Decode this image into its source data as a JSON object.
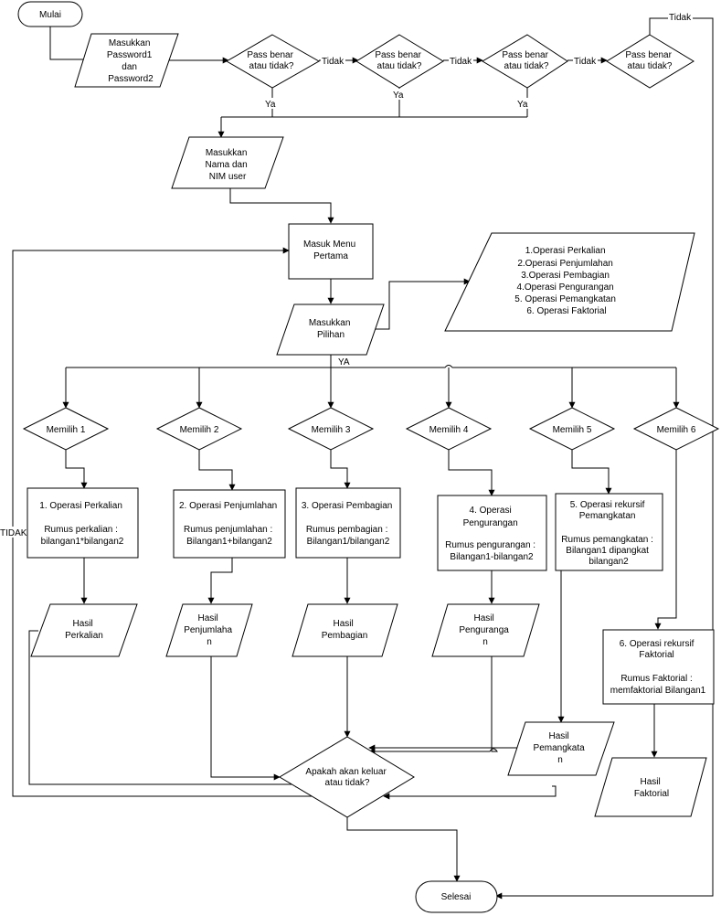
{
  "start": "Mulai",
  "end": "Selesai",
  "input_password": [
    "Masukkan",
    "Password1",
    "dan",
    "Password2"
  ],
  "check_password": [
    "Pass benar",
    "atau tidak?"
  ],
  "yes_label": "Ya",
  "no_label": "Tidak",
  "input_user": [
    "Masukkan",
    "Nama dan",
    "NIM user"
  ],
  "menu": [
    "Masuk Menu",
    "Pertama"
  ],
  "input_choice": [
    "Masukkan",
    "Pilihan"
  ],
  "menu_list": [
    "1.Operasi Perkalian",
    "2.Operasi Penjumlahan",
    "3.Operasi Pembagian",
    "4.Operasi Pengurangan",
    "5. Operasi Pemangkatan",
    "6. Operasi Faktorial"
  ],
  "ya_upper": "YA",
  "tidak_upper": "TIDAK",
  "choices": [
    "Memilih 1",
    "Memilih 2",
    "Memilih 3",
    "Memilih 4",
    "Memilih 5",
    "Memilih 6"
  ],
  "processes": [
    [
      "1. Operasi Perkalian",
      "",
      "Rumus perkalian :",
      "bilangan1*bilangan2"
    ],
    [
      "2. Operasi Penjumlahan",
      "",
      "Rumus penjumlahan :",
      "Bilangan1+bilangan2"
    ],
    [
      "3. Operasi Pembagian",
      "",
      "Rumus pembagian :",
      "Bilangan1/bilangan2"
    ],
    [
      "4. Operasi",
      "Pengurangan",
      "",
      "Rumus pengurangan :",
      "Bilangan1-bilangan2"
    ],
    [
      "5. Operasi rekursif",
      "Pemangkatan",
      "",
      "Rumus pemangkatan :",
      "Bilangan1 dipangkat",
      "bilangan2"
    ],
    [
      "6. Operasi rekursif",
      "Faktorial",
      "",
      "Rumus Faktorial :",
      "memfaktorial Bilangan1"
    ]
  ],
  "results": [
    [
      "Hasil",
      "Perkalian"
    ],
    [
      "Hasil",
      "Penjumlaha",
      "n"
    ],
    [
      "Hasil",
      "Pembagian"
    ],
    [
      "Hasil",
      "Penguranga",
      "n"
    ],
    [
      "Hasil",
      "Pemangkata",
      "n"
    ],
    [
      "Hasil",
      "Faktorial"
    ]
  ],
  "exit_question": [
    "Apakah akan keluar",
    "atau tidak?"
  ]
}
